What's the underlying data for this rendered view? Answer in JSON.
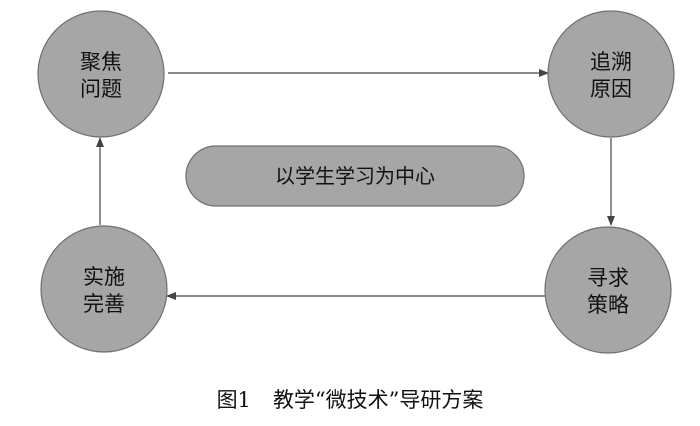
{
  "diagram": {
    "nodes": {
      "top_left": {
        "line1": "聚焦",
        "line2": "问题"
      },
      "top_right": {
        "line1": "追溯",
        "line2": "原因"
      },
      "bottom_right": {
        "line1": "寻求",
        "line2": "策略"
      },
      "bottom_left": {
        "line1": "实施",
        "line2": "完善"
      }
    },
    "center_label": "以学生学习为中心",
    "colors": {
      "node_fill": "#a6a6a6",
      "node_stroke": "#6f6f6f",
      "arrow": "#444444"
    }
  },
  "caption": {
    "figure_number": "图1",
    "title": "教学“微技术”导研方案"
  }
}
